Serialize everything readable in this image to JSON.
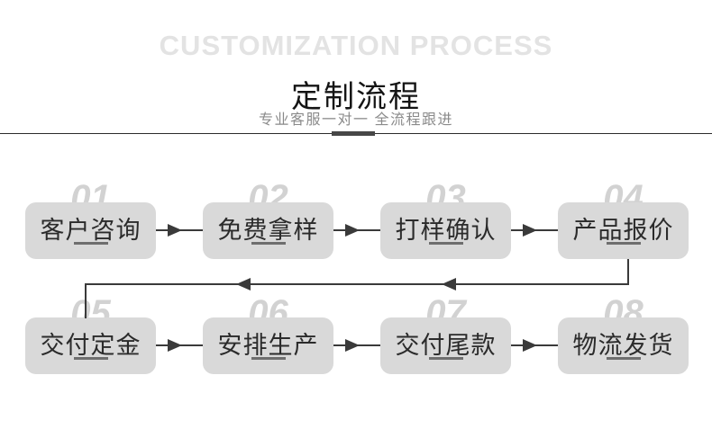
{
  "header": {
    "watermark": "CUSTOMIZATION PROCESS",
    "title": "定制流程",
    "subtitle": "专业客服一对一 全流程跟进"
  },
  "flow": {
    "direction_note": "steps 01-04 left to right on top row, return connector down and leftwards, steps 05-08 left to right on bottom row",
    "steps": [
      {
        "number": "01",
        "label": "客户咨询"
      },
      {
        "number": "02",
        "label": "免费拿样"
      },
      {
        "number": "03",
        "label": "打样确认"
      },
      {
        "number": "04",
        "label": "产品报价"
      },
      {
        "number": "05",
        "label": "交付定金"
      },
      {
        "number": "06",
        "label": "安排生产"
      },
      {
        "number": "07",
        "label": "交付尾款"
      },
      {
        "number": "08",
        "label": "物流发货"
      }
    ]
  },
  "colors": {
    "background": "#ffffff",
    "watermark_text": "#e3e3e3",
    "title_text": "#141414",
    "subtitle_text": "#8a8a8a",
    "divider_line": "#2b2b2b",
    "divider_accent_bar": "#474747",
    "box_fill": "#d9d9d9",
    "box_text": "#2b2b2b",
    "box_underline": "#6e6e6e",
    "step_number": "#d2d2d2",
    "arrow": "#3a3a3a"
  }
}
